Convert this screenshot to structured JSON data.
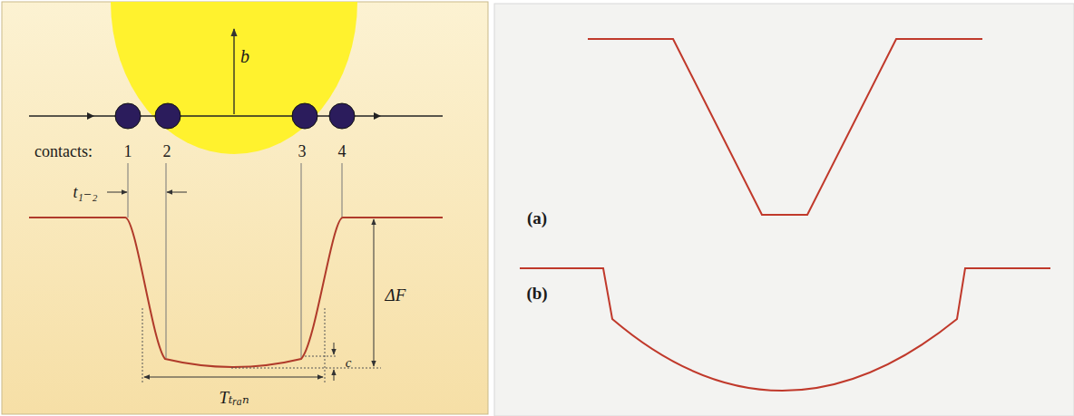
{
  "diagram": {
    "labels": [
      "b",
      "contacts:",
      "1",
      "2",
      "3",
      "4",
      "t₁₋₂",
      "ΔF",
      "c",
      "Tₜᵣₐₙ",
      "(a)",
      "(b)"
    ]
  }
}
